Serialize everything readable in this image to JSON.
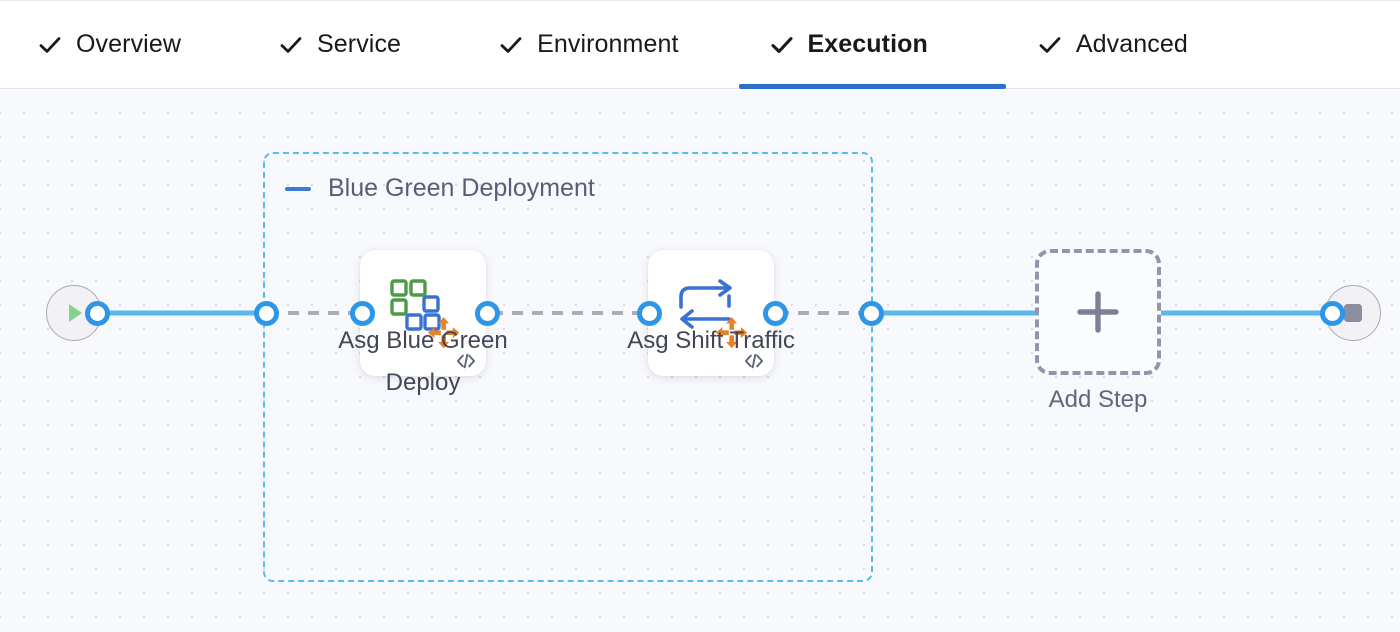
{
  "tabs": [
    {
      "label": "Overview",
      "icon": "check-icon",
      "active": false
    },
    {
      "label": "Service",
      "icon": "check-icon",
      "active": false
    },
    {
      "label": "Environment",
      "icon": "check-icon",
      "active": false
    },
    {
      "label": "Execution",
      "icon": "check-icon",
      "active": true
    },
    {
      "label": "Advanced",
      "icon": "check-icon",
      "active": false
    }
  ],
  "colors": {
    "active_tab_underline": "#2b71cc",
    "group_border": "#56bdf0",
    "group_title": "#595e78",
    "link_solid": "#5ab9ea",
    "link_dashed": "#a9adbb",
    "port_ring": "#2e96e8",
    "start_glyph": "#86d48b",
    "stop_glyph": "#8a8e9f",
    "add_step_border": "#9096ad",
    "canvas_bg": "#f8f9fc",
    "node_label": "#434656"
  },
  "group": {
    "title": "Blue Green Deployment",
    "collapse_icon": "minus-icon"
  },
  "pipeline": {
    "start": {
      "name": "start-node",
      "icon": "play-icon"
    },
    "end": {
      "name": "end-node",
      "icon": "stop-icon"
    },
    "steps": [
      {
        "label": "Asg Blue Green Deploy",
        "icon": "asg-blue-green-deploy-icon",
        "badge": "code-badge"
      },
      {
        "label": "Asg Shift Traffic",
        "icon": "asg-shift-traffic-icon",
        "badge": "code-badge"
      }
    ],
    "add_step": {
      "label": "Add Step",
      "icon": "plus-icon"
    }
  }
}
